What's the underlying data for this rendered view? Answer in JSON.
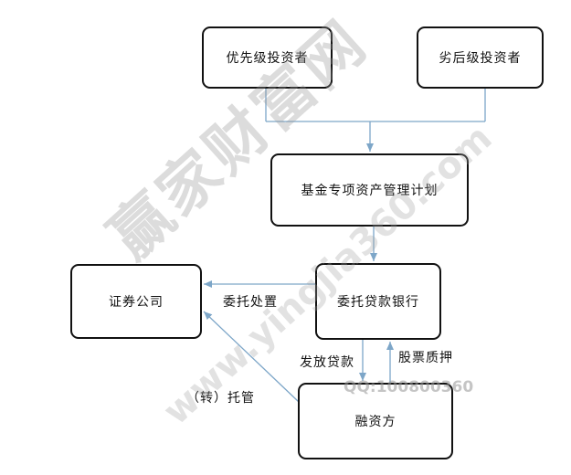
{
  "nodes": {
    "senior_investor": "优先级投资者",
    "junior_investor": "劣后级投资者",
    "asset_plan": "基金专项资产管理计划",
    "entrusted_bank": "委托贷款银行",
    "securities_company": "证券公司",
    "borrower": "融资方"
  },
  "edges": {
    "entrust_disposal": "委托处置",
    "issue_loan": "发放贷款",
    "share_pledge": "股票质押",
    "custody": "（转）托管"
  },
  "watermark": {
    "brand": "赢家财富网",
    "url": "www.yingjia360.com",
    "qq": "QQ:100800360"
  },
  "colors": {
    "connector": "#7da6c8",
    "box_border": "#111111"
  }
}
